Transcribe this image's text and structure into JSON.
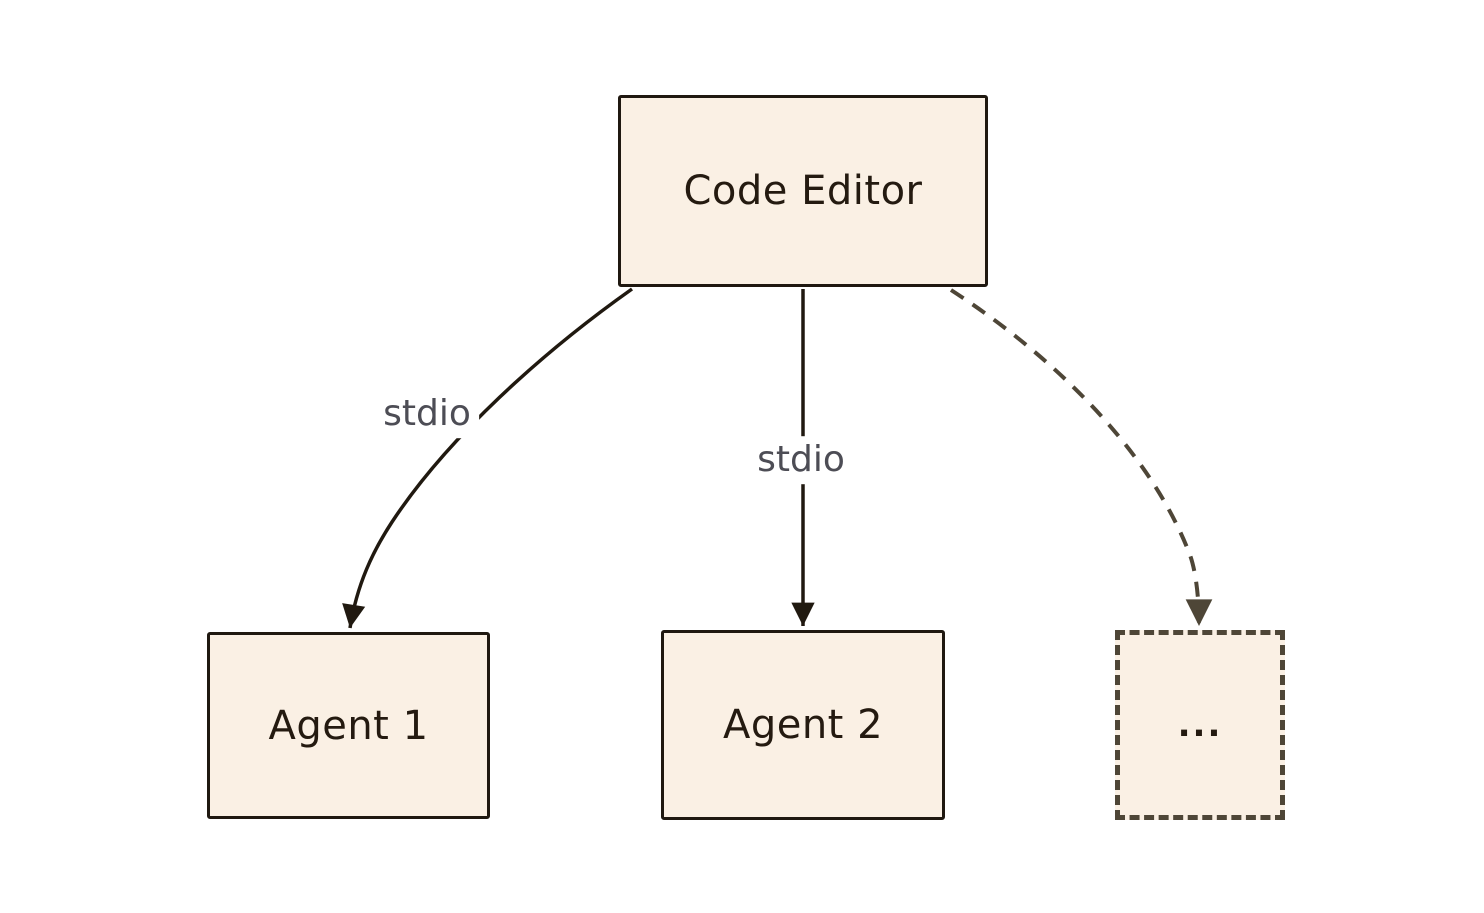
{
  "diagram": {
    "title": "code-editor-agents-diagram",
    "background_color": "#ffffff",
    "colors": {
      "node_fill": "#faf0e4",
      "node_border": "#1f1810",
      "node_text": "#241a10",
      "solid_edge": "#201910",
      "dashed_edge": "#4e4637",
      "edge_label_text": "#4d4d55"
    },
    "nodes": [
      {
        "id": "code-editor",
        "label": "Code Editor",
        "style": "solid"
      },
      {
        "id": "agent-1",
        "label": "Agent 1",
        "style": "solid"
      },
      {
        "id": "agent-2",
        "label": "Agent 2",
        "style": "solid"
      },
      {
        "id": "placeholder",
        "label": "...",
        "style": "dashed"
      }
    ],
    "edges": [
      {
        "from": "code-editor",
        "to": "agent-1",
        "label": "stdio",
        "style": "solid",
        "arrow": "filled-triangle"
      },
      {
        "from": "code-editor",
        "to": "agent-2",
        "label": "stdio",
        "style": "solid",
        "arrow": "filled-triangle"
      },
      {
        "from": "code-editor",
        "to": "placeholder",
        "label": "",
        "style": "dashed",
        "arrow": "filled-triangle"
      }
    ]
  }
}
